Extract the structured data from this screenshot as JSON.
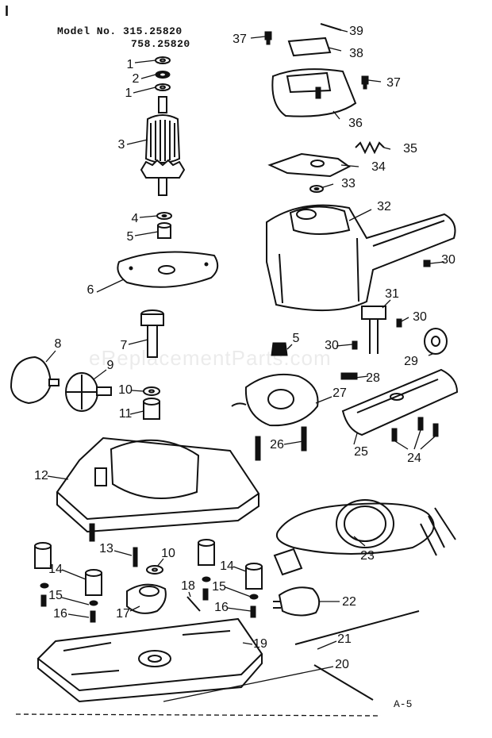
{
  "header": {
    "corner_mark": "I",
    "model_line_1": "Model No. 315.25820",
    "model_line_2": "758.25820"
  },
  "footer": {
    "page_code": "A-5"
  },
  "watermark": "eReplacementParts.com",
  "callouts": [
    {
      "id": "c1",
      "label": "1"
    },
    {
      "id": "c2",
      "label": "2"
    },
    {
      "id": "c1b",
      "label": "1"
    },
    {
      "id": "c3",
      "label": "3"
    },
    {
      "id": "c4",
      "label": "4"
    },
    {
      "id": "c5",
      "label": "5"
    },
    {
      "id": "c6",
      "label": "6"
    },
    {
      "id": "c7",
      "label": "7"
    },
    {
      "id": "c8",
      "label": "8"
    },
    {
      "id": "c9",
      "label": "9"
    },
    {
      "id": "c10",
      "label": "10"
    },
    {
      "id": "c11",
      "label": "11"
    },
    {
      "id": "c12",
      "label": "12"
    },
    {
      "id": "c13",
      "label": "13"
    },
    {
      "id": "c10b",
      "label": "10"
    },
    {
      "id": "c14",
      "label": "14"
    },
    {
      "id": "c15",
      "label": "15"
    },
    {
      "id": "c16",
      "label": "16"
    },
    {
      "id": "c17",
      "label": "17"
    },
    {
      "id": "c18",
      "label": "18"
    },
    {
      "id": "c14b",
      "label": "14"
    },
    {
      "id": "c15b",
      "label": "15"
    },
    {
      "id": "c16b",
      "label": "16"
    },
    {
      "id": "c19",
      "label": "19"
    },
    {
      "id": "c20",
      "label": "20"
    },
    {
      "id": "c21",
      "label": "21"
    },
    {
      "id": "c22",
      "label": "22"
    },
    {
      "id": "c23",
      "label": "23"
    },
    {
      "id": "c24",
      "label": "24"
    },
    {
      "id": "c25",
      "label": "25"
    },
    {
      "id": "c26",
      "label": "26"
    },
    {
      "id": "c27",
      "label": "27"
    },
    {
      "id": "c28",
      "label": "28"
    },
    {
      "id": "c29",
      "label": "29"
    },
    {
      "id": "c30",
      "label": "30"
    },
    {
      "id": "c30b",
      "label": "30"
    },
    {
      "id": "c30c",
      "label": "30"
    },
    {
      "id": "c31",
      "label": "31"
    },
    {
      "id": "c5b",
      "label": "5"
    },
    {
      "id": "c32",
      "label": "32"
    },
    {
      "id": "c33",
      "label": "33"
    },
    {
      "id": "c34",
      "label": "34"
    },
    {
      "id": "c35",
      "label": "35"
    },
    {
      "id": "c36",
      "label": "36"
    },
    {
      "id": "c37",
      "label": "37"
    },
    {
      "id": "c37b",
      "label": "37"
    },
    {
      "id": "c38",
      "label": "38"
    },
    {
      "id": "c39",
      "label": "39"
    }
  ]
}
